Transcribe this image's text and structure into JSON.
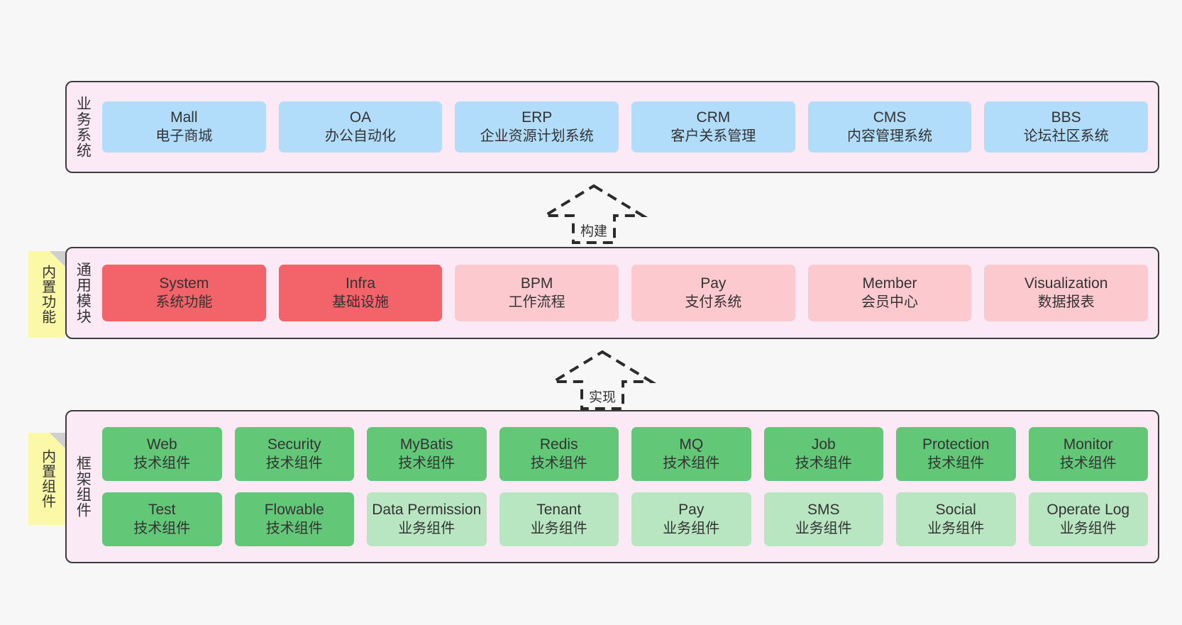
{
  "diagram": {
    "background_color": "#f7f7f7",
    "layer_fill": "#fbeaf5",
    "layer_border": "#3c3c3c",
    "sticky_color": "#fbf8a8"
  },
  "layers": [
    {
      "id": "business",
      "label": "业务系统",
      "card_color": "#b1ddfb",
      "rows": [
        [
          {
            "title": "Mall",
            "sub": "电子商城",
            "color": "#b1ddfb"
          },
          {
            "title": "OA",
            "sub": "办公自动化",
            "color": "#b1ddfb"
          },
          {
            "title": "ERP",
            "sub": "企业资源计划系统",
            "color": "#b1ddfb"
          },
          {
            "title": "CRM",
            "sub": "客户关系管理",
            "color": "#b1ddfb"
          },
          {
            "title": "CMS",
            "sub": "内容管理系统",
            "color": "#b1ddfb"
          },
          {
            "title": "BBS",
            "sub": "论坛社区系统",
            "color": "#b1ddfb"
          }
        ]
      ]
    },
    {
      "id": "common",
      "label": "通用模块",
      "rows": [
        [
          {
            "title": "System",
            "sub": "系统功能",
            "color": "#f2636a"
          },
          {
            "title": "Infra",
            "sub": "基础设施",
            "color": "#f2636a"
          },
          {
            "title": "BPM",
            "sub": "工作流程",
            "color": "#fbc9ce"
          },
          {
            "title": "Pay",
            "sub": "支付系统",
            "color": "#fbc9ce"
          },
          {
            "title": "Member",
            "sub": "会员中心",
            "color": "#fbc9ce"
          },
          {
            "title": "Visualization",
            "sub": "数据报表",
            "color": "#fbc9ce"
          }
        ]
      ]
    },
    {
      "id": "framework",
      "label": "框架组件",
      "rows": [
        [
          {
            "title": "Web",
            "sub": "技术组件",
            "color": "#62c877"
          },
          {
            "title": "Security",
            "sub": "技术组件",
            "color": "#62c877"
          },
          {
            "title": "MyBatis",
            "sub": "技术组件",
            "color": "#62c877"
          },
          {
            "title": "Redis",
            "sub": "技术组件",
            "color": "#62c877"
          },
          {
            "title": "MQ",
            "sub": "技术组件",
            "color": "#62c877"
          },
          {
            "title": "Job",
            "sub": "技术组件",
            "color": "#62c877"
          },
          {
            "title": "Protection",
            "sub": "技术组件",
            "color": "#62c877"
          },
          {
            "title": "Monitor",
            "sub": "技术组件",
            "color": "#62c877"
          }
        ],
        [
          {
            "title": "Test",
            "sub": "技术组件",
            "color": "#62c877"
          },
          {
            "title": "Flowable",
            "sub": "技术组件",
            "color": "#62c877"
          },
          {
            "title": "Data Permission",
            "sub": "业务组件",
            "color": "#b7e6c1"
          },
          {
            "title": "Tenant",
            "sub": "业务组件",
            "color": "#b7e6c1"
          },
          {
            "title": "Pay",
            "sub": "业务组件",
            "color": "#b7e6c1"
          },
          {
            "title": "SMS",
            "sub": "业务组件",
            "color": "#b7e6c1"
          },
          {
            "title": "Social",
            "sub": "业务组件",
            "color": "#b7e6c1"
          },
          {
            "title": "Operate Log",
            "sub": "业务组件",
            "color": "#b7e6c1"
          }
        ]
      ]
    }
  ],
  "sticky_notes": [
    {
      "id": "builtin-func",
      "text": "内置功能"
    },
    {
      "id": "builtin-comp",
      "text": "内置组件"
    }
  ],
  "arrows": [
    {
      "id": "build",
      "label": "构建"
    },
    {
      "id": "implement",
      "label": "实现"
    }
  ]
}
